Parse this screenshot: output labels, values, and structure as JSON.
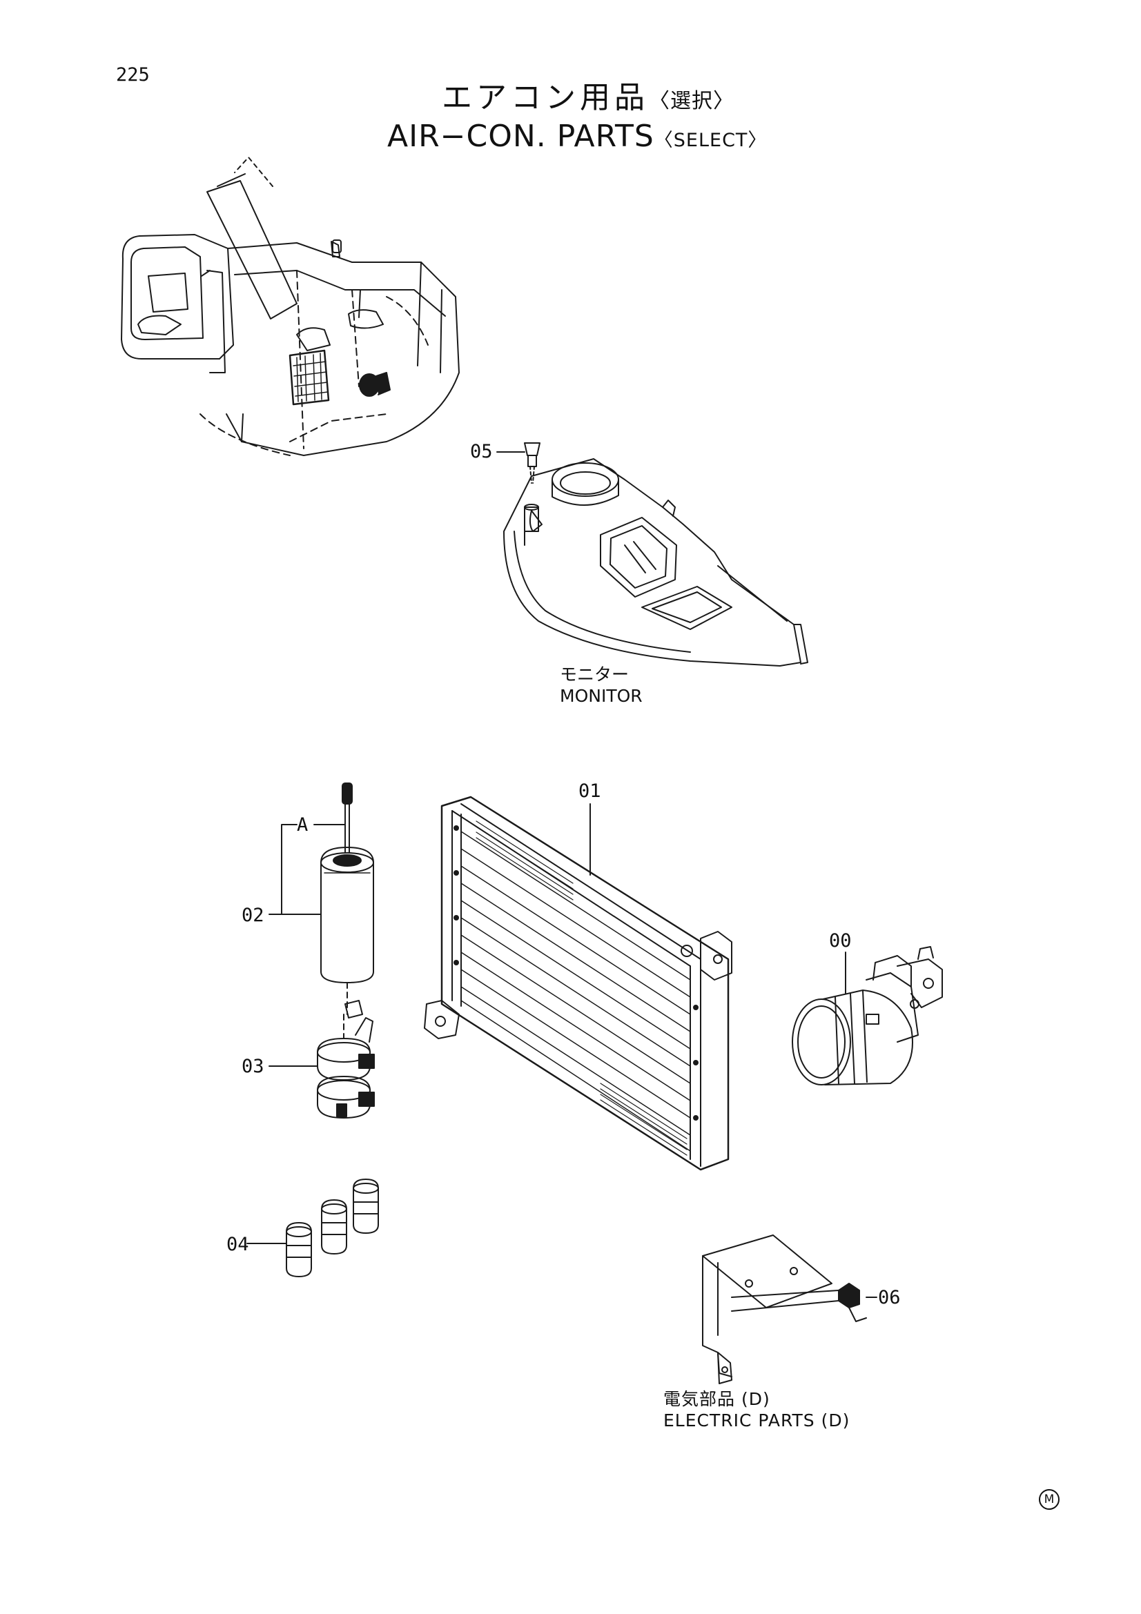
{
  "page_number": "225",
  "title": {
    "jp": "エアコン用品",
    "jp_sub": "〈選択〉",
    "en": "AIR−CON. PARTS",
    "en_sub": "〈SELECT〉"
  },
  "callouts": [
    "00",
    "01",
    "02",
    "03",
    "04",
    "05",
    "06",
    "A"
  ],
  "sublabels": {
    "monitor_jp": "モニター",
    "monitor_en": "MONITOR",
    "electric_jp": "電気部品 (D)",
    "electric_en": "ELECTRIC PARTS (D)"
  },
  "mark": "M"
}
